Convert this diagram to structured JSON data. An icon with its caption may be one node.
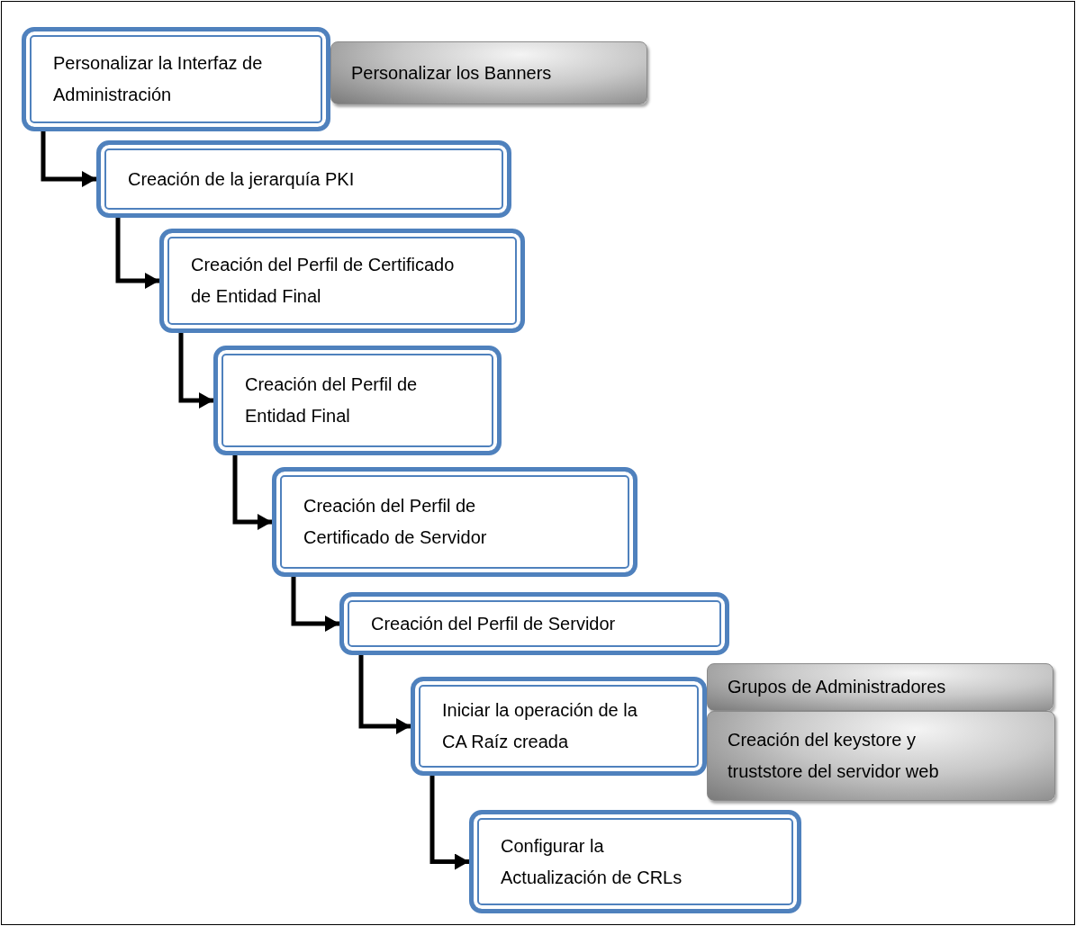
{
  "diagram": {
    "nodes": [
      {
        "text": [
          "Personalizar la Interfaz de Administración"
        ]
      },
      {
        "text": [
          "Personalizar los Banners"
        ]
      },
      {
        "text": [
          "Creación de la jerarquía PKI"
        ]
      },
      {
        "text": [
          "Creación del Perfil de Certificado de Entidad Final"
        ]
      },
      {
        "text": [
          "Creación del Perfil de Entidad Final"
        ]
      },
      {
        "text": [
          "Creación del Perfil de Certificado de Servidor"
        ]
      },
      {
        "text": [
          "Creación del Perfil de Servidor"
        ]
      },
      {
        "text": [
          "Iniciar la operación de la CA Raíz creada"
        ]
      },
      {
        "text": [
          "Grupos de Administradores"
        ]
      },
      {
        "text": [
          "Creación del keystore y truststore del servidor web"
        ]
      },
      {
        "text": [
          "Configurar la Actualización de CRLs"
        ]
      }
    ],
    "edges": [
      {
        "from": 0,
        "to": 2,
        "arrow": "to"
      },
      {
        "from": 2,
        "to": 3,
        "arrow": "to"
      },
      {
        "from": 3,
        "to": 4,
        "arrow": "to"
      },
      {
        "from": 4,
        "to": 5,
        "arrow": "to"
      },
      {
        "from": 5,
        "to": 6,
        "arrow": "to"
      },
      {
        "from": 6,
        "to": 7,
        "arrow": "to"
      },
      {
        "from": 7,
        "to": 10,
        "arrow": "to"
      }
    ]
  }
}
